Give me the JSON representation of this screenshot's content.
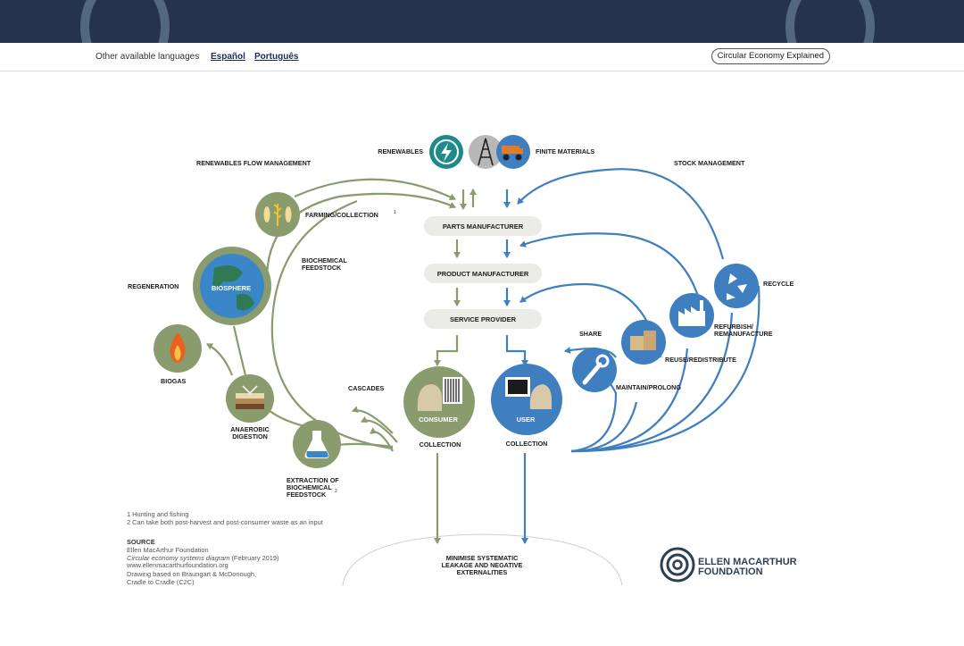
{
  "languages": {
    "label": "Other available languages",
    "spanish": "Español",
    "portuguese": "Português"
  },
  "explained_button": "Circular Economy Explained",
  "diagram": {
    "renewables": "RENEWABLES",
    "finite_materials": "FINITE MATERIALS",
    "renewables_flow": "RENEWABLES FLOW MANAGEMENT",
    "stock_management": "STOCK MANAGEMENT",
    "farming": "FARMING/COLLECTION",
    "farming_sup": "1",
    "parts_manufacturer": "PARTS MANUFACTURER",
    "product_manufacturer": "PRODUCT MANUFACTURER",
    "service_provider": "SERVICE PROVIDER",
    "biochemical_l1": "BIOCHEMICAL",
    "biochemical_l2": "FEEDSTOCK",
    "regeneration": "REGENERATION",
    "biosphere": "BIOSPHERE",
    "biogas": "BIOGAS",
    "anaerobic_l1": "ANAEROBIC",
    "anaerobic_l2": "DIGESTION",
    "extraction_l1": "EXTRACTION OF",
    "extraction_l2": "BIOCHEMICAL",
    "extraction_l3": "FEEDSTOCK",
    "extraction_sup": "2",
    "cascades": "CASCADES",
    "consumer": "CONSUMER",
    "user": "USER",
    "collection_consumer": "COLLECTION",
    "collection_user": "COLLECTION",
    "recycle": "RECYCLE",
    "refurbish_l1": "REFURBISH/",
    "refurbish_l2": "REMANUFACTURE",
    "reuse": "REUSE/REDISTRIBUTE",
    "share": "SHARE",
    "maintain": "MAINTAIN/PROLONG",
    "minimise_l1": "MINIMISE SYSTEMATIC",
    "minimise_l2": "LEAKAGE AND NEGATIVE",
    "minimise_l3": "EXTERNALITIES"
  },
  "footnotes": {
    "n1": "1 Hunting and fishing",
    "n2": "2 Can take both post-harvest and post-consumer waste as an input",
    "source_title": "SOURCE",
    "source_org": "Ellen MacArthur Foundation",
    "source_diagram_title": "Circular economy systems diagram",
    "source_date": " (February 2019)",
    "source_url": "www.ellenmacarthurfoundation.org",
    "drawing_l1": "Drawing based on Braungart & McDonough,",
    "drawing_l2": "Cradle to Cradle (C2C)"
  },
  "logo": {
    "line1": "ELLEN MACARTHUR",
    "line2": "FOUNDATION"
  },
  "colors": {
    "green": "#8a9b6e",
    "blue": "#3f7fbf",
    "navy": "#26334f"
  },
  "icons": [
    "lightning-icon",
    "oil-rig-icon",
    "mining-truck-icon",
    "wheat-fish-icon",
    "globe-icon",
    "fire-icon",
    "soil-layers-icon",
    "flask-icon",
    "barcode-icon",
    "computer-icon",
    "wrench-icon",
    "boxes-icon",
    "factory-icon",
    "recycle-icon"
  ]
}
